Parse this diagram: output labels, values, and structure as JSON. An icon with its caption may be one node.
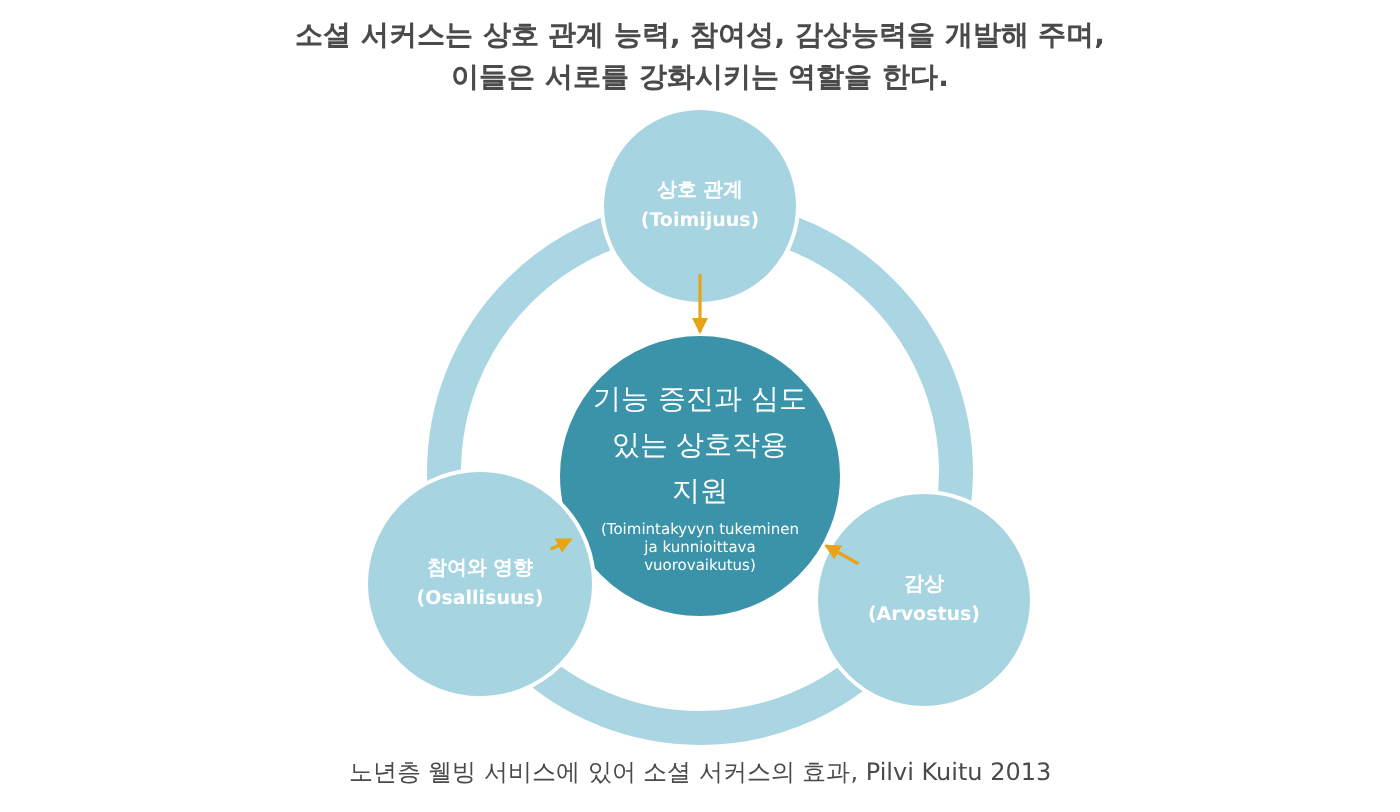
{
  "diagram": {
    "title": "소셜 서커스는 상호 관계 능력, 참여성, 감상능력을 개발해 주며, 이들은 서로를 강화시키는 역할을 한다.",
    "nodes": [
      {
        "text": [
          "상호 관계",
          "(Toimijuus)"
        ]
      },
      {
        "text": [
          "기능 증진과 심도 있는 상호작용 지원",
          "(Toimintakyvyn tukeminen ja kunnioittava vuorovaikutus)"
        ]
      },
      {
        "text": [
          "참여와 영향",
          "(Osallisuus)"
        ]
      },
      {
        "text": [
          "감상",
          "(Arvostus)"
        ]
      }
    ],
    "edges": [
      {
        "from": 0,
        "to": 1,
        "arrow": "to"
      },
      {
        "from": 2,
        "to": 1,
        "arrow": "to"
      },
      {
        "from": 3,
        "to": 1,
        "arrow": "to"
      }
    ],
    "caption": "노년층 웰빙 서비스에 있어 소셜 서커스의 효과, Pilvi Kuitu 2013"
  }
}
